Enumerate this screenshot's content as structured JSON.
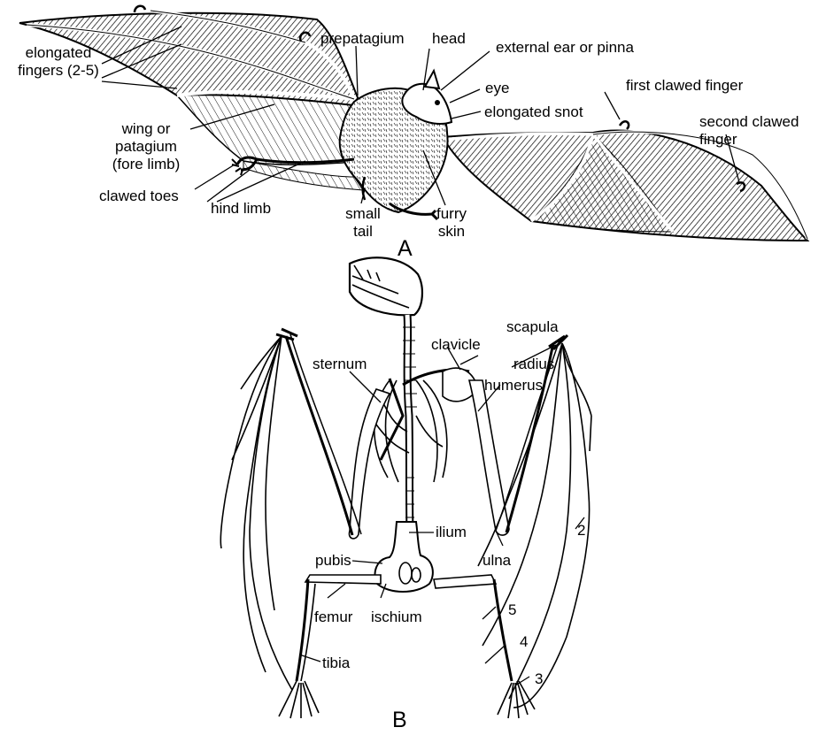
{
  "figure": {
    "panel_a": "A",
    "panel_b": "B",
    "bat_labels": {
      "elongated_fingers": "elongated\nfingers (2-5)",
      "prepatagium": "prepatagium",
      "head": "head",
      "external_ear": "external ear or pinna",
      "eye": "eye",
      "first_clawed_finger": "first clawed finger",
      "elongated_snot": "elongated snot",
      "second_clawed_finger": "second clawed\nfinger",
      "wing_patagium": "wing or\npatagium\n(fore limb)",
      "clawed_toes": "clawed toes",
      "hind_limb": "hind limb",
      "small_tail": "small\ntail",
      "furry_skin": "furry\nskin"
    },
    "skeleton_labels": {
      "scapula": "scapula",
      "clavicle": "clavicle",
      "radius": "radius",
      "sternum": "sternum",
      "humerus": "humerus",
      "ilium": "ilium",
      "pubis": "pubis",
      "ulna": "ulna",
      "femur": "femur",
      "ischium": "ischium",
      "tibia": "tibia",
      "digit_2": "2",
      "digit_3": "3",
      "digit_4": "4",
      "digit_5": "5"
    }
  }
}
